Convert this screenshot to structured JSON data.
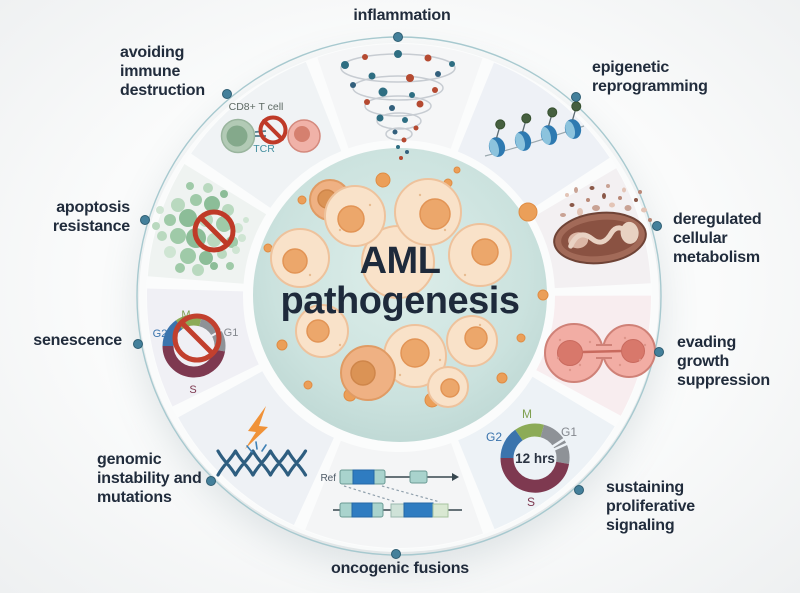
{
  "title": "AML pathogenesis",
  "hallmarks": [
    {
      "label": "inflammation",
      "icon": "inflammation-vortex-icon",
      "tint": "#f5f6f7"
    },
    {
      "label": "epigenetic reprogramming",
      "icon": "nucleosome-methylation-icon",
      "tint": "#eef1f6"
    },
    {
      "label": "deregulated cellular metabolism",
      "icon": "mitochondrion-damage-icon",
      "tint": "#f3f0f2"
    },
    {
      "label": "evading growth suppression",
      "icon": "dividing-cells-icon",
      "tint": "#f8edef"
    },
    {
      "label": "sustaining proliferative signaling",
      "icon": "cell-cycle-clock-icon",
      "tint": "#edf2f6"
    },
    {
      "label": "oncogenic fusions",
      "icon": "gene-fusion-diagram-icon",
      "tint": "#f4f5f6"
    },
    {
      "label": "genomic instability and mutations",
      "icon": "dna-damage-icon",
      "tint": "#eef1f5"
    },
    {
      "label": "senescence",
      "icon": "cell-cycle-arrest-icon",
      "tint": "#f0f0f5"
    },
    {
      "label": "apoptosis resistance",
      "icon": "apoptosis-blocked-icon",
      "tint": "#eff3f1"
    },
    {
      "label": "avoiding immune destruction",
      "icon": "t-cell-inhibition-icon",
      "tint": "#f0f3f5"
    }
  ],
  "annotations": {
    "cd8_t_cell": "CD8+ T cell",
    "tcr": "TCR",
    "ref": "Ref",
    "cycle_duration": "12 hrs",
    "phase_m": "M",
    "phase_g1": "G1",
    "phase_s": "S",
    "phase_g2": "G2"
  },
  "colors": {
    "label_text": "#212c3c",
    "connector_dot": "#44809b",
    "outer_ring_line": "#a7c9cf",
    "center_fill": "#cbe2de",
    "cell_orange": "#eca76b",
    "prohibition_red": "#bf3a28",
    "phase_m_green": "#8cab57",
    "phase_g1_gray": "#8e9297",
    "phase_s_plum": "#7e3950",
    "phase_g2_blue": "#3b74ad"
  }
}
